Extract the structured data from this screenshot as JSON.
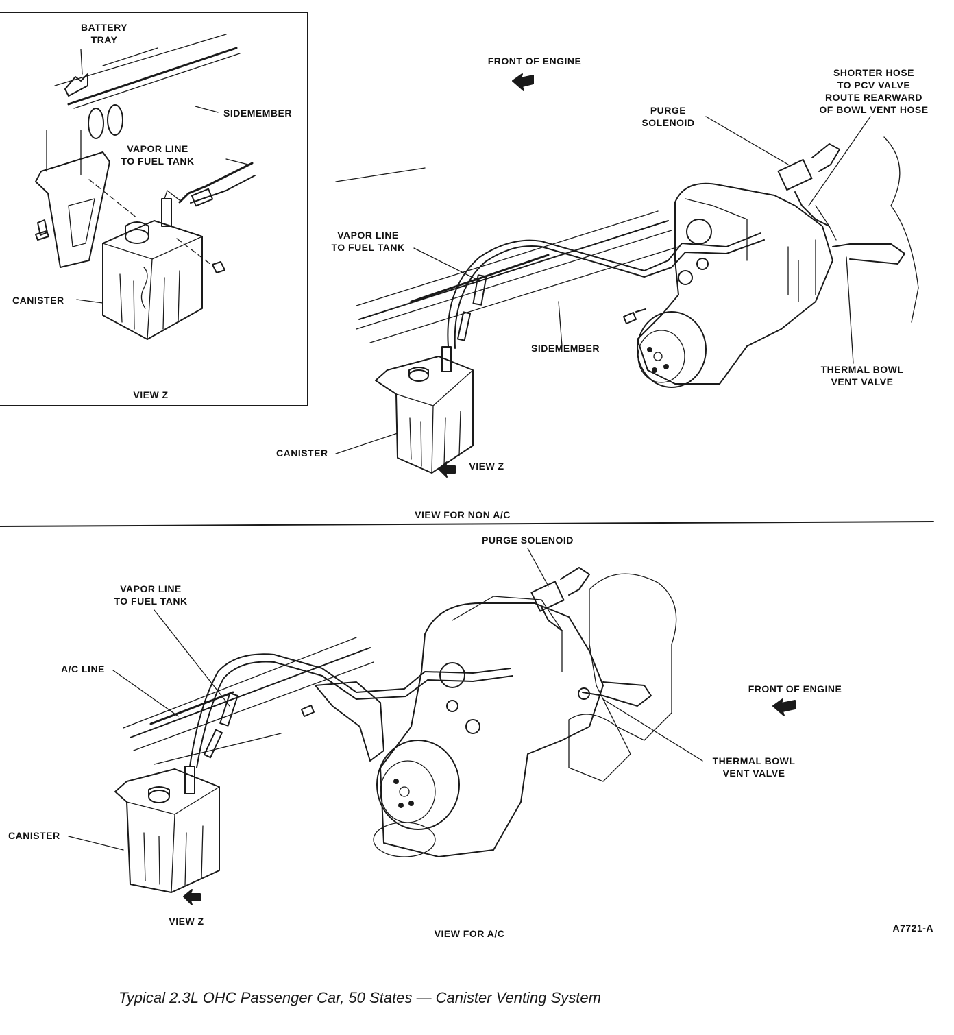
{
  "figure_id": "A7721-A",
  "caption": "Typical 2.3L OHC Passenger Car, 50 States — Canister Venting System",
  "inset_view_z": {
    "battery_tray": "BATTERY\nTRAY",
    "sidemember": "SIDEMEMBER",
    "vapor_line": "VAPOR LINE\nTO FUEL TANK",
    "canister": "CANISTER",
    "view_title": "VIEW Z"
  },
  "non_ac_view": {
    "front_of_engine": "FRONT OF ENGINE",
    "purge_solenoid": "PURGE\nSOLENOID",
    "shorter_hose": "SHORTER HOSE\nTO PCV VALVE\nROUTE REARWARD\nOF BOWL VENT HOSE",
    "vapor_line": "VAPOR LINE\nTO FUEL TANK",
    "sidemember": "SIDEMEMBER",
    "thermal_bowl": "THERMAL BOWL\nVENT VALVE",
    "canister": "CANISTER",
    "view_z": "VIEW Z",
    "view_title": "VIEW FOR NON A/C"
  },
  "ac_view": {
    "purge_solenoid": "PURGE SOLENOID",
    "vapor_line": "VAPOR LINE\nTO FUEL TANK",
    "ac_line": "A/C LINE",
    "front_of_engine": "FRONT OF ENGINE",
    "thermal_bowl": "THERMAL BOWL\nVENT VALVE",
    "canister": "CANISTER",
    "view_z": "VIEW Z",
    "view_title": "VIEW FOR A/C"
  }
}
